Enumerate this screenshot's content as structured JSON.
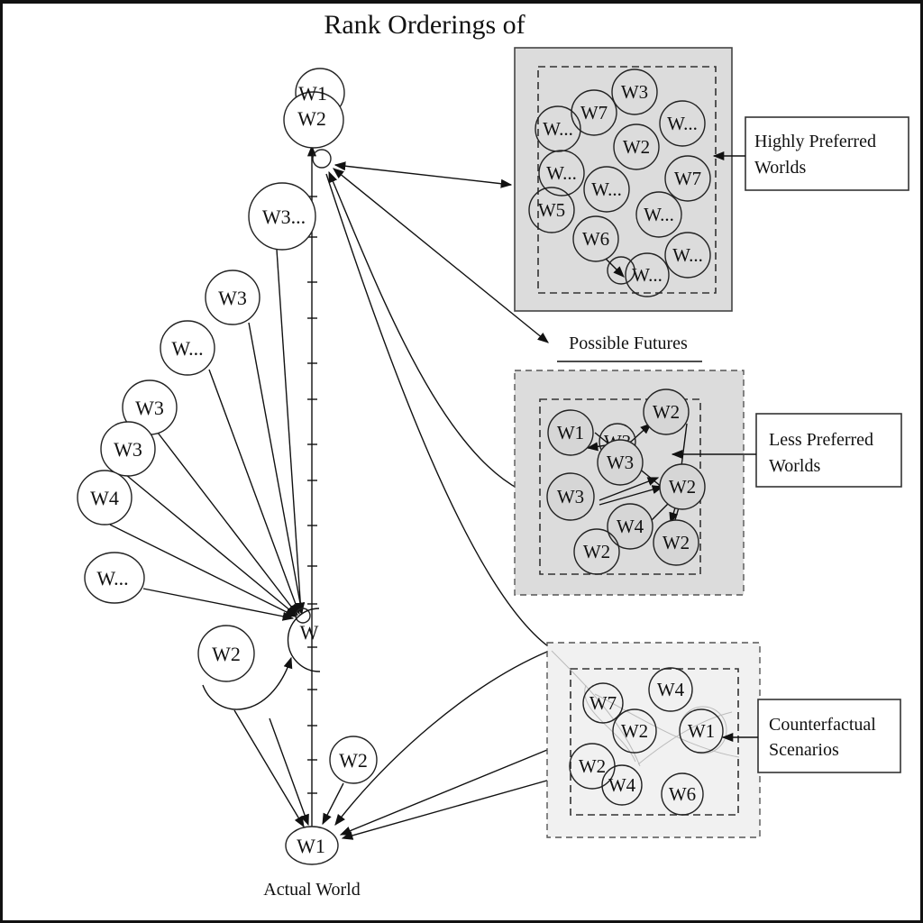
{
  "title": "Rank Orderings of",
  "axis": {
    "top_cluster": [
      "W1",
      "W2"
    ],
    "middle_node": "W",
    "bottom_node": "W1",
    "bottom_label": "Actual World"
  },
  "left_nodes": [
    "W3...",
    "W3",
    "W...",
    "W3",
    "W3",
    "W4",
    "W...",
    "W2"
  ],
  "lower_node": "W2",
  "possible_futures_label": "Possible Futures",
  "groups": {
    "highly_preferred": {
      "label_line1": "Highly Preferred",
      "label_line2": "Worlds",
      "nodes": [
        "W3",
        "W7",
        "W...",
        "W...",
        "W2",
        "W...",
        "W...",
        "W7",
        "W5",
        "W...",
        "W6",
        "W...",
        "W..."
      ]
    },
    "less_preferred": {
      "label_line1": "Less Preferred",
      "label_line2": "Worlds",
      "nodes": [
        "W1",
        "W3",
        "W2",
        "W3",
        "W2",
        "W3",
        "W4",
        "W2",
        "W2"
      ]
    },
    "counterfactual": {
      "label_line1": "Counterfactual",
      "label_line2": "Scenarios",
      "nodes": [
        "W7",
        "W4",
        "W2",
        "W1",
        "W2",
        "W4",
        "W6"
      ]
    }
  }
}
